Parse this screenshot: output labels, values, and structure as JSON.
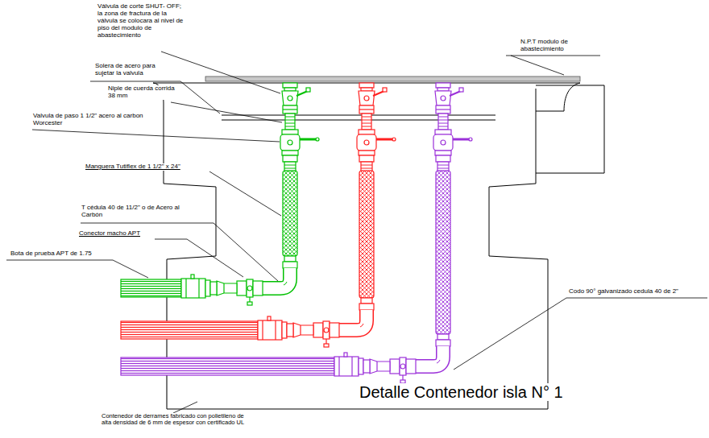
{
  "diagram": {
    "title": "Detalle Contenedor isla N° 1",
    "labels": [
      "Válvula de corte SHUT- OFF; la zona de fractura de la válvula se colocara al nivel de piso del modulo de abastecimiento",
      "N.P.T modulo de abastecimiento",
      "Solera de acero para sujetar la valvula",
      "Niple de cuerda corrida 38 mm",
      "Valvula de paso 1 1/2\" acero al carbon Worcester",
      "Manguera Tutiflex de 1 1/2\" x 24\"",
      "T cédula 40 de 11/2\" o de Acero al Carbón",
      "Conector macho APT",
      "Bota de prueba APT de 1.75",
      "Codo 90° galvanizado cedula 40 de 2\"",
      "Contenedor de derrames fabricado con polietileno de alta densidad de 6 mm de espesor con certificado UL"
    ]
  }
}
